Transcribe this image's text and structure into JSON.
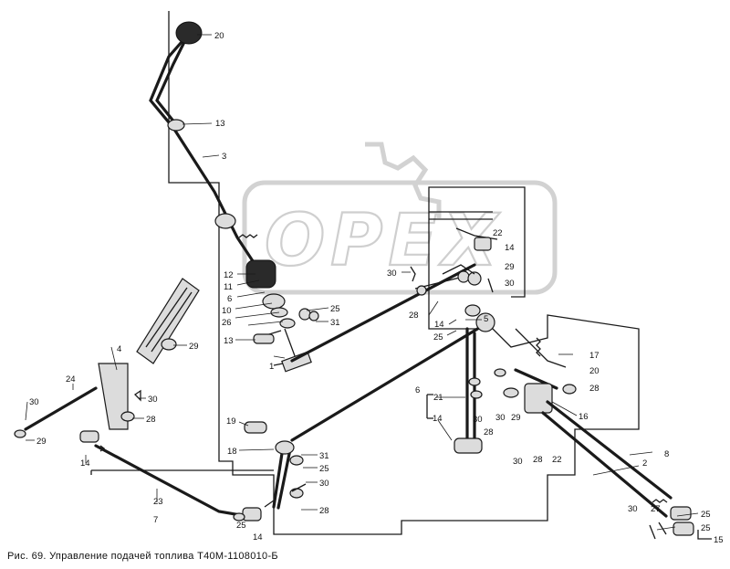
{
  "caption": "Рис. 69. Управление подачей топлива Т40М-1108010-Б",
  "watermark": "OPEX",
  "callouts": {
    "c20": "20",
    "c13": "13",
    "c3": "3",
    "c12": "12",
    "c11": "11",
    "c6": "6",
    "c10": "10",
    "c26": "26",
    "c25a": "25",
    "c31a": "31",
    "c13b": "13",
    "c1": "1",
    "c30top": "30",
    "c28mid": "28",
    "c22top": "22",
    "c14top": "14",
    "c29top": "29",
    "c30top2": "30",
    "c14mid": "14",
    "c25mid": "25",
    "c5": "5",
    "c6b": "6",
    "c21": "21",
    "c14low": "14",
    "c30m": "30",
    "c28m": "28",
    "c30n": "30",
    "c29n": "29",
    "c17": "17",
    "c20r": "20",
    "c28r": "28",
    "c16": "16",
    "c30r": "30",
    "c28rr": "28",
    "c22r": "22",
    "c8": "8",
    "c2": "2",
    "c30rb": "30",
    "c27": "27",
    "c25rb": "25",
    "c25rb2": "25",
    "c15": "15",
    "c4": "4",
    "c29l": "29",
    "c24": "24",
    "c30l": "30",
    "c29ll": "29",
    "c30ll": "30",
    "c28l": "28",
    "c19": "19",
    "c18": "18",
    "c31b": "31",
    "c25b": "25",
    "c30b": "30",
    "c28b": "28",
    "c14ll": "14",
    "c23": "23",
    "c7": "7",
    "c25bot": "25",
    "c14bot": "14"
  }
}
